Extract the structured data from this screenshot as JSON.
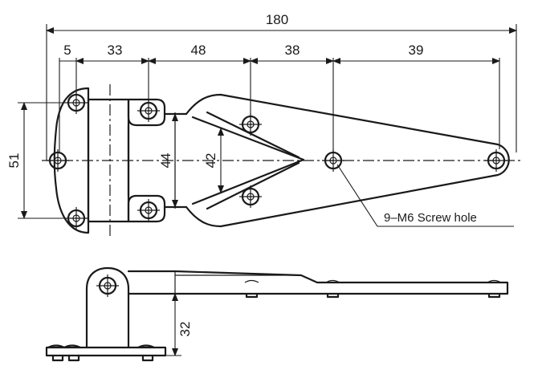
{
  "dimensions": {
    "overall": "180",
    "d1": "5",
    "d2": "33",
    "d3": "48",
    "d4": "38",
    "d5": "39",
    "height_outer": "51",
    "height_mid": "44",
    "height_inner": "42",
    "side_height": "32"
  },
  "callout": {
    "screw_holes": "9–M6 Screw hole"
  }
}
